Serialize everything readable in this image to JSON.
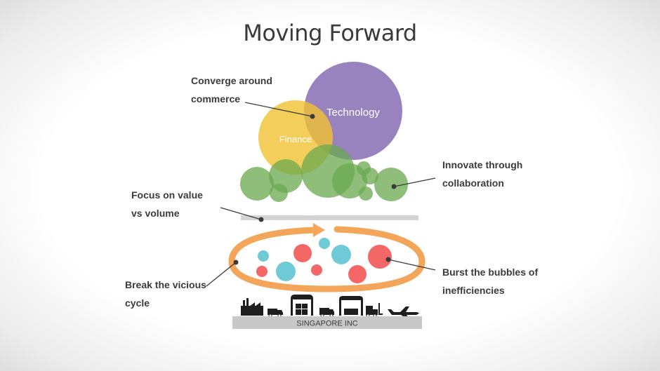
{
  "slide": {
    "title": "Moving Forward"
  },
  "bubbles": {
    "technology_label": "Technology",
    "finance_label": "Finance"
  },
  "callouts": {
    "converge": {
      "line1": "Converge around",
      "line2": "commerce"
    },
    "innovate": {
      "line1": "Innovate through",
      "line2": "collaboration"
    },
    "focus": {
      "line1": "Focus on value",
      "line2": "vs volume"
    },
    "break": {
      "line1": "Break the vicious",
      "line2": "cycle"
    },
    "burst": {
      "line1": "Burst the bubbles of",
      "line2": "inefficiencies"
    }
  },
  "base": {
    "label": "SINGAPORE INC"
  },
  "colors": {
    "technology": "#8e75b7",
    "finance": "#f1c232",
    "green": "#6aa84f",
    "orange": "#f3a55a",
    "red": "#f14c4c",
    "cyan": "#6fcad8",
    "gray_bar": "#d4d4d4",
    "base_bar": "#c8c8c8"
  },
  "icons": [
    "factory-icon",
    "truck-icon",
    "warehouse-icon",
    "van-icon",
    "shed-icon",
    "forklift-icon",
    "airplane-icon"
  ]
}
